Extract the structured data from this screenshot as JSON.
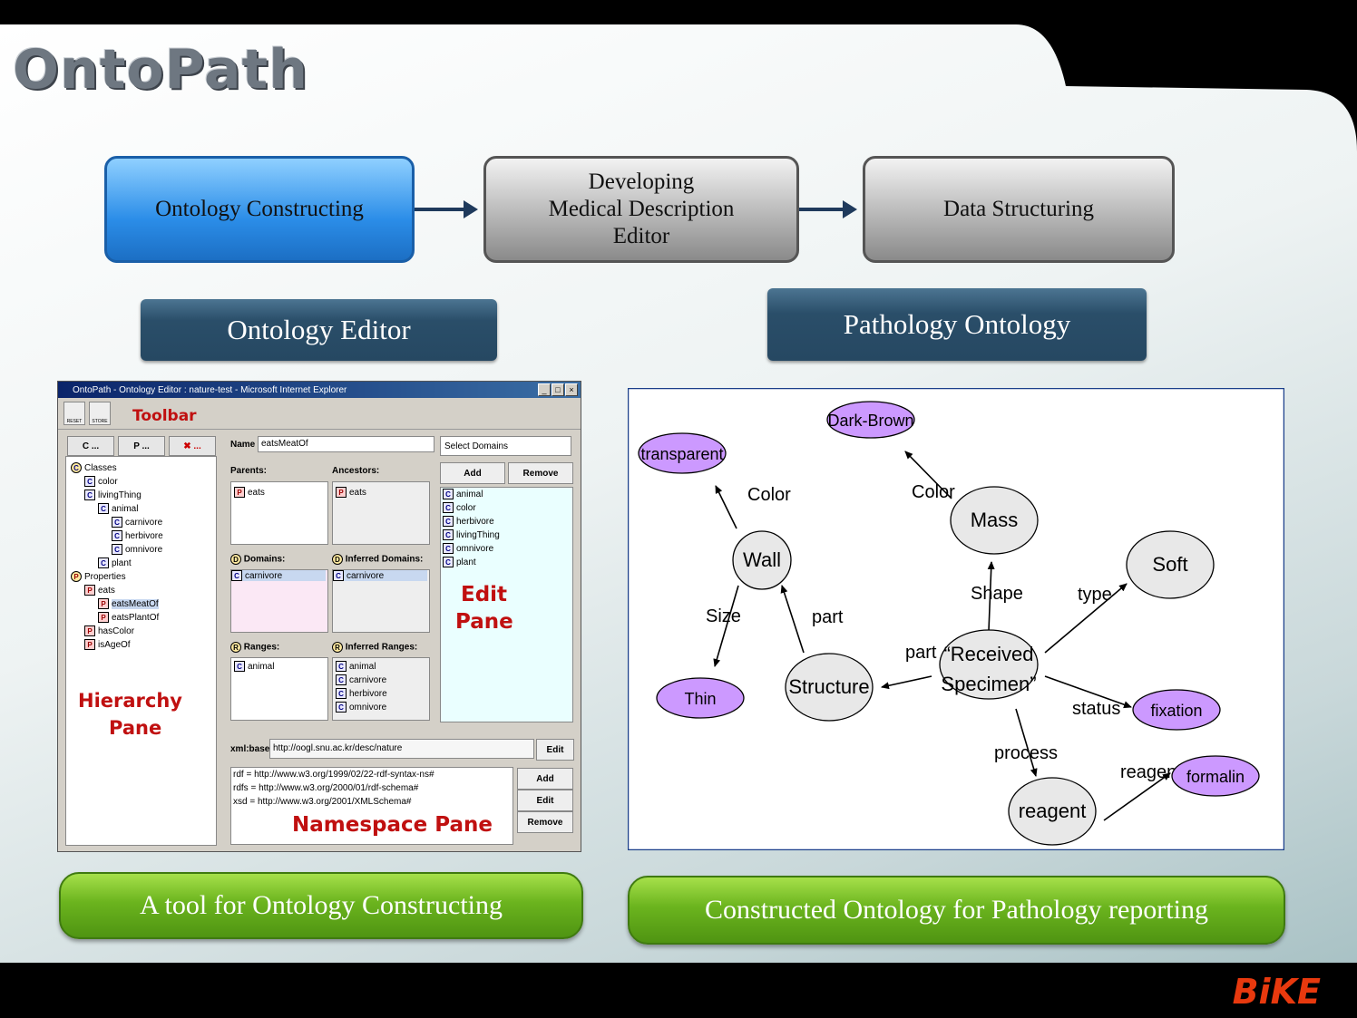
{
  "title": "OntoPath",
  "stages": [
    "Ontology Constructing",
    "Developing\nMedical Description\nEditor",
    "Data Structuring"
  ],
  "left_label": "Ontology Editor",
  "right_label": "Pathology Ontology",
  "left_caption": "A tool for Ontology Constructing",
  "right_caption": "Constructed Ontology for Pathology reporting",
  "logo": "BiKE",
  "editor": {
    "window_title": "OntoPath - Ontology Editor : nature-test - Microsoft Internet Explorer",
    "reset": "RESET",
    "store": "STORE",
    "toolbar_label": "Toolbar",
    "hier_buttons": [
      "C ...",
      "P ...",
      "✖ ..."
    ],
    "tree": [
      {
        "badge": "C",
        "text": "Classes",
        "level": 0,
        "circle": true
      },
      {
        "badge": "C",
        "text": "color",
        "level": 1
      },
      {
        "badge": "C",
        "text": "livingThing",
        "level": 1
      },
      {
        "badge": "C",
        "text": "animal",
        "level": 2
      },
      {
        "badge": "C",
        "text": "carnivore",
        "level": 3
      },
      {
        "badge": "C",
        "text": "herbivore",
        "level": 3
      },
      {
        "badge": "C",
        "text": "omnivore",
        "level": 3
      },
      {
        "badge": "C",
        "text": "plant",
        "level": 2
      },
      {
        "badge": "P",
        "text": "Properties",
        "level": 0,
        "circle": true
      },
      {
        "badge": "P",
        "text": "eats",
        "level": 1
      },
      {
        "badge": "P",
        "text": "eatsMeatOf",
        "level": 2
      },
      {
        "badge": "P",
        "text": "eatsPlantOf",
        "level": 2
      },
      {
        "badge": "P",
        "text": "hasColor",
        "level": 1
      },
      {
        "badge": "P",
        "text": "isAgeOf",
        "level": 1
      }
    ],
    "hierarchy_label_1": "Hierarchy",
    "hierarchy_label_2": "Pane",
    "name_label": "Name",
    "name_value": "eatsMeatOf",
    "parents_label": "Parents:",
    "ancestors_label": "Ancestors:",
    "parent_item": "eats",
    "ancestor_item": "eats",
    "domains_label": "Domains:",
    "inferred_domains_label": "Inferred Domains:",
    "domain_item": "carnivore",
    "inferred_domain_item": "carnivore",
    "ranges_label": "Ranges:",
    "inferred_ranges_label": "Inferred Ranges:",
    "range_item": "animal",
    "inferred_ranges": [
      "animal",
      "carnivore",
      "herbivore",
      "omnivore"
    ],
    "select_domains": "Select Domains",
    "add": "Add",
    "remove": "Remove",
    "domain_choices": [
      "animal",
      "color",
      "herbivore",
      "livingThing",
      "omnivore",
      "plant"
    ],
    "edit_label_1": "Edit",
    "edit_label_2": "Pane",
    "xmlbase_label": "xml:base",
    "xmlbase_value": "http://oogl.snu.ac.kr/desc/nature",
    "edit": "Edit",
    "namespaces": [
      "rdf = http://www.w3.org/1999/02/22-rdf-syntax-ns#",
      "rdfs = http://www.w3.org/2000/01/rdf-schema#",
      "xsd = http://www.w3.org/2001/XMLSchema#"
    ],
    "namespace_label": "Namespace Pane"
  },
  "ontology": {
    "nodes": [
      {
        "id": "dark-brown",
        "label": "Dark-Brown",
        "kind": "value"
      },
      {
        "id": "transparent",
        "label": "transparent",
        "kind": "value"
      },
      {
        "id": "wall",
        "label": "Wall",
        "kind": "concept"
      },
      {
        "id": "mass",
        "label": "Mass",
        "kind": "concept"
      },
      {
        "id": "soft",
        "label": "Soft",
        "kind": "concept"
      },
      {
        "id": "received-specimen",
        "label": "“Received Specimen”",
        "kind": "concept"
      },
      {
        "id": "structure",
        "label": "Structure",
        "kind": "concept"
      },
      {
        "id": "thin",
        "label": "Thin",
        "kind": "value"
      },
      {
        "id": "fixation",
        "label": "fixation",
        "kind": "value"
      },
      {
        "id": "reagent",
        "label": "reagent",
        "kind": "concept"
      },
      {
        "id": "formalin",
        "label": "formalin",
        "kind": "value"
      }
    ],
    "edges": [
      {
        "from": "wall",
        "to": "transparent",
        "label": "Color"
      },
      {
        "from": "mass",
        "to": "dark-brown",
        "label": "Color"
      },
      {
        "from": "wall",
        "to": "thin",
        "label": "Size"
      },
      {
        "from": "structure",
        "to": "wall",
        "label": "part"
      },
      {
        "from": "received-specimen",
        "to": "mass",
        "label": "Shape"
      },
      {
        "from": "received-specimen",
        "to": "soft",
        "label": "type"
      },
      {
        "from": "received-specimen",
        "to": "structure",
        "label": "part"
      },
      {
        "from": "received-specimen",
        "to": "fixation",
        "label": "status"
      },
      {
        "from": "received-specimen",
        "to": "reagent",
        "label": "process"
      },
      {
        "from": "reagent",
        "to": "formalin",
        "label": "reagent"
      }
    ]
  }
}
